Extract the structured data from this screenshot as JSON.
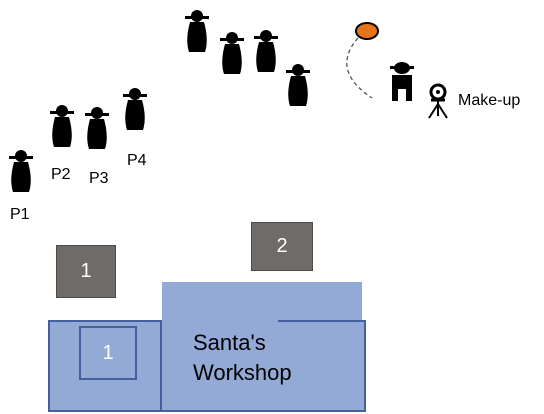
{
  "people_labels": [
    "P1",
    "P2",
    "P3",
    "P4"
  ],
  "makeup": {
    "label": "Make-up"
  },
  "zones": {
    "outer_left_number": "1",
    "top_number": "2",
    "inner_number": "1"
  },
  "workshop": {
    "line1": "Santa's",
    "line2": "Workshop"
  },
  "colors": {
    "figure": "#000000",
    "zone_fill": "#93a9d6",
    "zone_border": "#44619e",
    "number_box": "#6f6b68",
    "puck": "#e8731d"
  }
}
